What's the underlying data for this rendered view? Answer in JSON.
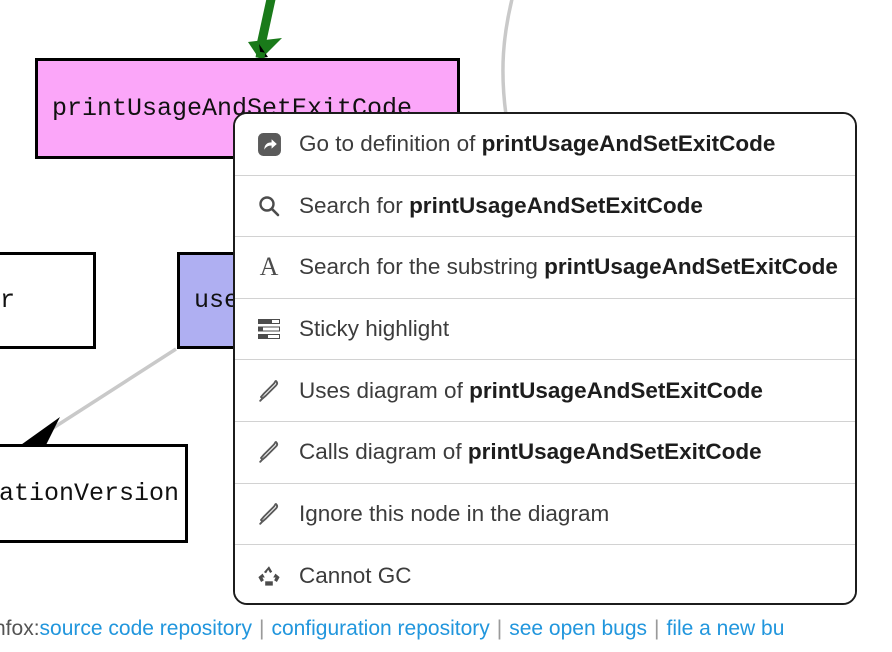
{
  "diagram": {
    "nodes": [
      {
        "id": "print-usage",
        "label": "printUsageAndSetExitCode",
        "fill": "#fba6f9",
        "selected": true
      },
      {
        "id": "parser",
        "label": "Parser",
        "fill": "#ffffff",
        "selected": false
      },
      {
        "id": "uses",
        "label": "uses",
        "fill": "#afaff2",
        "selected": false
      },
      {
        "id": "version",
        "label": "ApplicationVersion",
        "fill": "#ffffff",
        "selected": false
      }
    ],
    "edges": [
      {
        "from": "top",
        "to": "print-usage",
        "color": "#1a7a1a",
        "style": "solid-arrow"
      },
      {
        "from": "uses",
        "to": "version",
        "color": "#c6c6c6",
        "style": "solid-arrow"
      },
      {
        "from": "top-right",
        "to": "print-usage",
        "color": "#c6c6c6",
        "style": "curve"
      }
    ]
  },
  "context_menu": {
    "target_symbol": "printUsageAndSetExitCode",
    "items": [
      {
        "icon": "go-to-definition-icon",
        "prefix": "Go to definition of ",
        "symbol": "printUsageAndSetExitCode"
      },
      {
        "icon": "search-icon",
        "prefix": "Search for ",
        "symbol": "printUsageAndSetExitCode"
      },
      {
        "icon": "substring-search-icon",
        "prefix": "Search for the substring ",
        "symbol": "printUsageAndSetExitCode"
      },
      {
        "icon": "sticky-highlight-icon",
        "prefix": "Sticky highlight",
        "symbol": ""
      },
      {
        "icon": "pencil-icon",
        "prefix": "Uses diagram of ",
        "symbol": "printUsageAndSetExitCode"
      },
      {
        "icon": "pencil-icon",
        "prefix": "Calls diagram of ",
        "symbol": "printUsageAndSetExitCode"
      },
      {
        "icon": "pencil-icon",
        "prefix": "Ignore this node in the diagram",
        "symbol": ""
      },
      {
        "icon": "recycle-icon",
        "prefix": "Cannot GC",
        "symbol": ""
      }
    ]
  },
  "statusbar": {
    "prefix": "nfox:",
    "links": [
      "source code repository",
      "configuration repository",
      "see open bugs",
      "file a new bu"
    ],
    "separator": "|",
    "link_color": "#2196dd"
  }
}
